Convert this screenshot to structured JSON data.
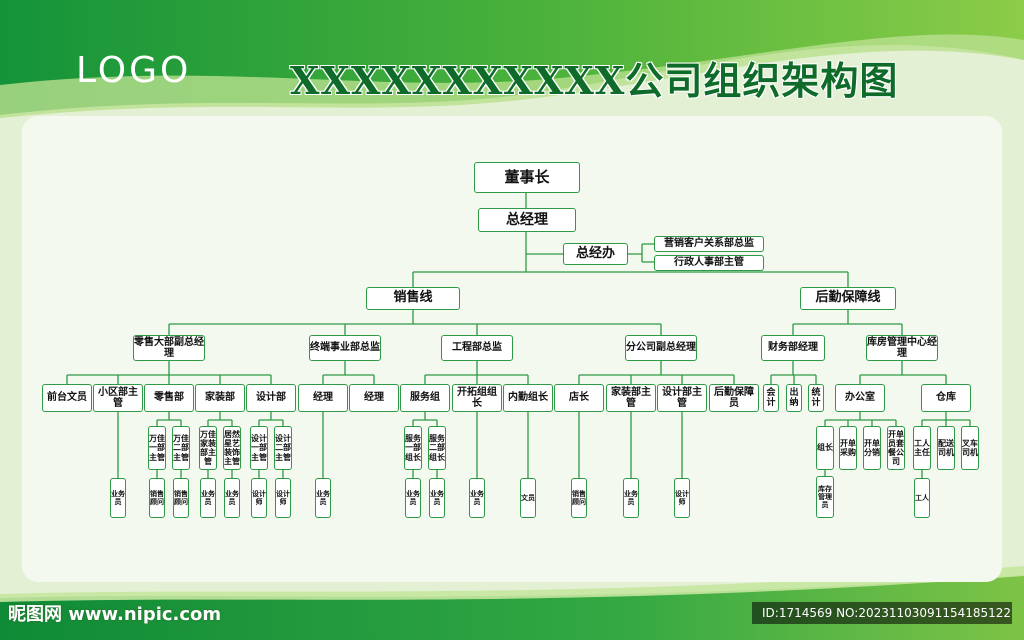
{
  "header": {
    "logo_text": "LOGO",
    "title": "XXXXXXXXXXX公司组织架构图"
  },
  "watermark": {
    "site": "昵图网 www.nipic.com",
    "id_text": "ID:1714569 NO:20231103091154185122"
  },
  "colors": {
    "brand_green": "#1e9a3a",
    "light_green": "#7cc242",
    "node_border": "#2e9a45",
    "title_text": "#0f6b2a"
  },
  "org": {
    "chairman": "董事长",
    "general_manager": "总经理",
    "gm_office": "总经办",
    "gm_office_staff": [
      "营销客户关系部总监",
      "行政人事部主管"
    ],
    "sales_line": "销售线",
    "logistics_line": "后勤保障线",
    "retail_dept": "零售大部副总经理",
    "terminal_dept": "终端事业部总监",
    "engineering_dept": "工程部总监",
    "branch": "分公司副总经理",
    "finance_dept": "财务部经理",
    "warehouse_center": "库房管理中心经理",
    "retail_units": [
      "前台文员",
      "小区部主管",
      "零售部",
      "家装部",
      "设计部"
    ],
    "terminal_units": [
      "经理",
      "经理"
    ],
    "engineering_units": [
      "服务组",
      "开拓组组长",
      "内勤组长"
    ],
    "branch_units": [
      "店长",
      "家装部主管",
      "设计部主管",
      "后勤保障员"
    ],
    "finance_units": [
      "会计",
      "出纳",
      "统计"
    ],
    "warehouse_units": [
      "办公室",
      "仓库"
    ],
    "retail_subunits": [
      "万佳一部主管",
      "万佳二部主管",
      "万佳家装部主管",
      "居然星艺装饰主管",
      "设计一部主管",
      "设计二部主管"
    ],
    "service_subunits": [
      "服务一部组长",
      "服务二部组长"
    ],
    "office_subunits": [
      "组长",
      "开单采购",
      "开单分销",
      "开单员套餐公司"
    ],
    "warehouse_subunits": [
      "工人主任",
      "配送司机",
      "叉车司机"
    ],
    "staff": {
      "salesperson": "业务员",
      "sales_consultant": "销售顾问",
      "designer": "设计师",
      "clerk": "文员",
      "warehouse_admin": "库存管理员",
      "worker": "工人"
    }
  }
}
